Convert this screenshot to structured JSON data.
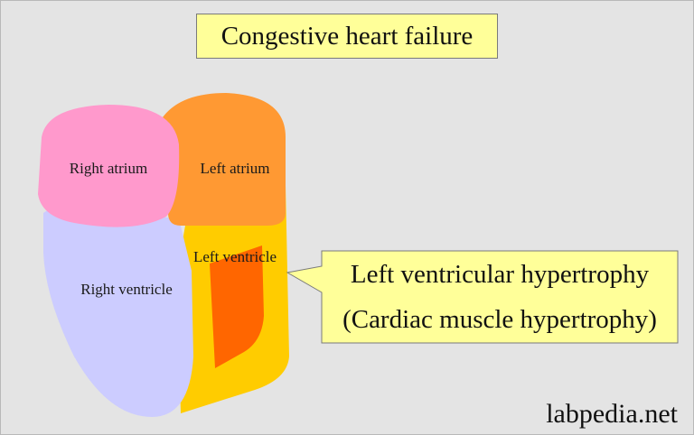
{
  "title": "Congestive heart failure",
  "chambers": {
    "right_atrium": "Right atrium",
    "left_atrium": "Left atrium",
    "left_ventricle": "Left ventricle",
    "right_ventricle": "Right ventricle"
  },
  "callout": {
    "line1": "Left ventricular hypertrophy",
    "line2": "(Cardiac muscle hypertrophy)"
  },
  "watermark": "labpedia.net",
  "colors": {
    "background": "#e4e4e4",
    "label_box": "#ffff99",
    "right_atrium": "#ff99cc",
    "left_atrium": "#ff9933",
    "left_ventricle_wall": "#ffcc00",
    "hypertrophy": "#ff6600",
    "right_ventricle": "#ccccff"
  }
}
